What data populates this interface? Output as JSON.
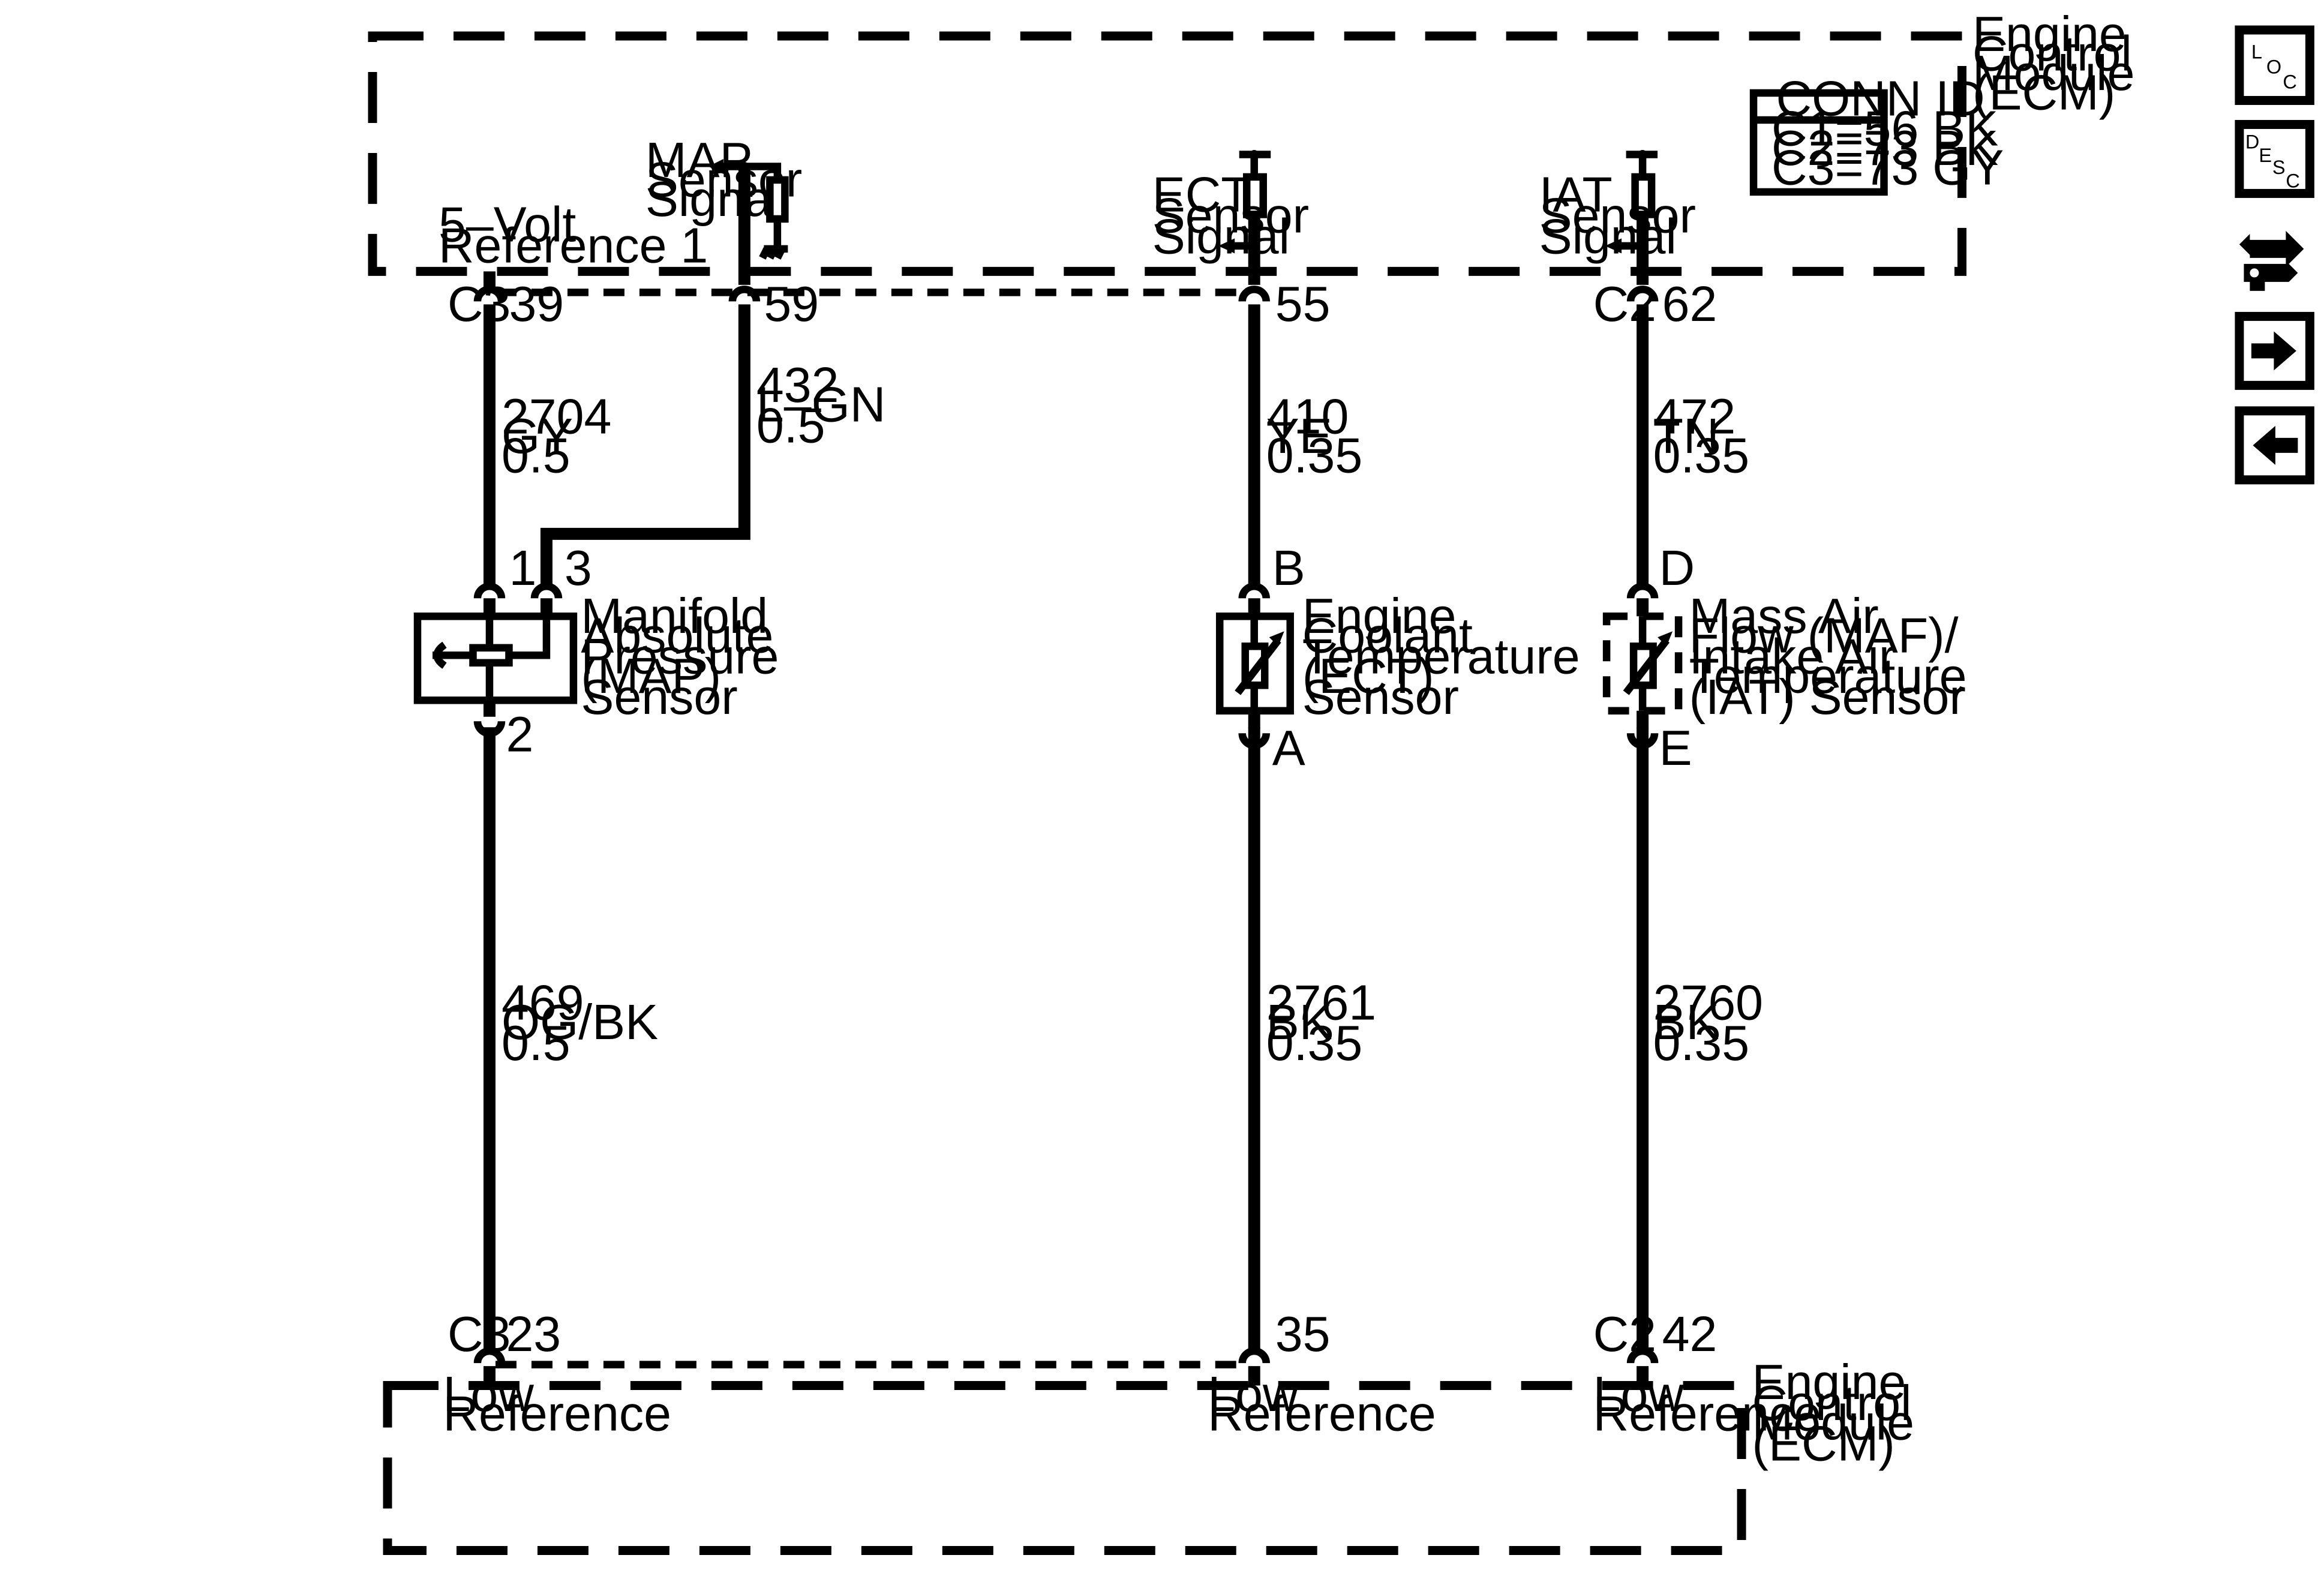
{
  "ecm_top": {
    "label_lines": [
      "Engine",
      "Control",
      "Module",
      "(ECM)"
    ],
    "conn_id": {
      "header": "CONN ID",
      "rows": [
        "C1=56 BK",
        "C2=73 BK",
        "C3=73 GY"
      ]
    },
    "signals": {
      "ref5v": [
        "5–Volt",
        "Reference 1"
      ],
      "map": [
        "MAP",
        "Sensor",
        "Signal"
      ],
      "ect": [
        "ECT",
        "Sensor",
        "Signal"
      ],
      "iat": [
        "IAT",
        "Sensor",
        "Signal"
      ]
    },
    "pins": {
      "c3": "C3",
      "p39": "39",
      "p59": "59",
      "p55": "55",
      "c2": "C2",
      "p62": "62"
    }
  },
  "wires_upper": {
    "w2704": [
      "2704",
      "GY",
      "0.5"
    ],
    "w432": [
      "432",
      "L–GN",
      "0.5"
    ],
    "w410": [
      "410",
      "YE",
      "0.35"
    ],
    "w472": [
      "472",
      "TN",
      "0.35"
    ]
  },
  "sensors": {
    "map": {
      "label_lines": [
        "Manifold",
        "Absolute",
        "Pressure",
        "(MAP)",
        "Sensor"
      ],
      "pin_top1": "1",
      "pin_top2": "3",
      "pin_bottom": "2"
    },
    "ect": {
      "label_lines": [
        "Engine",
        "Coolant",
        "Temperature",
        "(ECT)",
        "Sensor"
      ],
      "pin_top": "B",
      "pin_bottom": "A"
    },
    "iat": {
      "label_lines": [
        "Mass Air",
        "Flow (MAF)/",
        "Intake Air",
        "Temperature",
        "(IAT) Sensor"
      ],
      "pin_top": "D",
      "pin_bottom": "E"
    }
  },
  "wires_lower": {
    "w469": [
      "469",
      "OG/BK",
      "0.5"
    ],
    "w2761": [
      "2761",
      "BK",
      "0.35"
    ],
    "w2760": [
      "2760",
      "BK",
      "0.35"
    ]
  },
  "ecm_bottom": {
    "label_lines": [
      "Engine",
      "Control",
      "Module",
      "(ECM)"
    ],
    "pins": {
      "c3": "C3",
      "p23": "23",
      "p35": "35",
      "c2": "C2",
      "p42": "42"
    },
    "low_ref": [
      "Low",
      "Reference"
    ]
  },
  "nav": {
    "loc": {
      "l": "L",
      "o": "O",
      "c": "C"
    },
    "desc": {
      "d": "D",
      "e": "E",
      "s": "S",
      "c": "C"
    },
    "icons": [
      "loc-icon",
      "desc-icon",
      "connector-view-icon",
      "next-arrow-icon",
      "previous-arrow-icon"
    ]
  }
}
